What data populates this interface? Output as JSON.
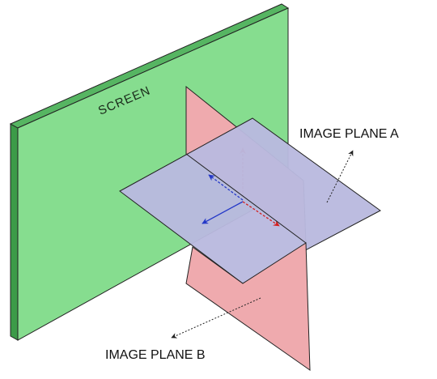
{
  "diagram": {
    "screen_label": "SCREEN",
    "plane_a_label": "IMAGE PLANE A",
    "plane_b_label": "IMAGE PLANE B",
    "colors": {
      "screen_face": "#86dd8f",
      "screen_edge": "#3c9b48",
      "plane_a": "#b9b9df",
      "plane_b": "#efaaae",
      "axis_red": "#d42020",
      "axis_blue": "#2438c8",
      "outline": "#222222"
    }
  }
}
